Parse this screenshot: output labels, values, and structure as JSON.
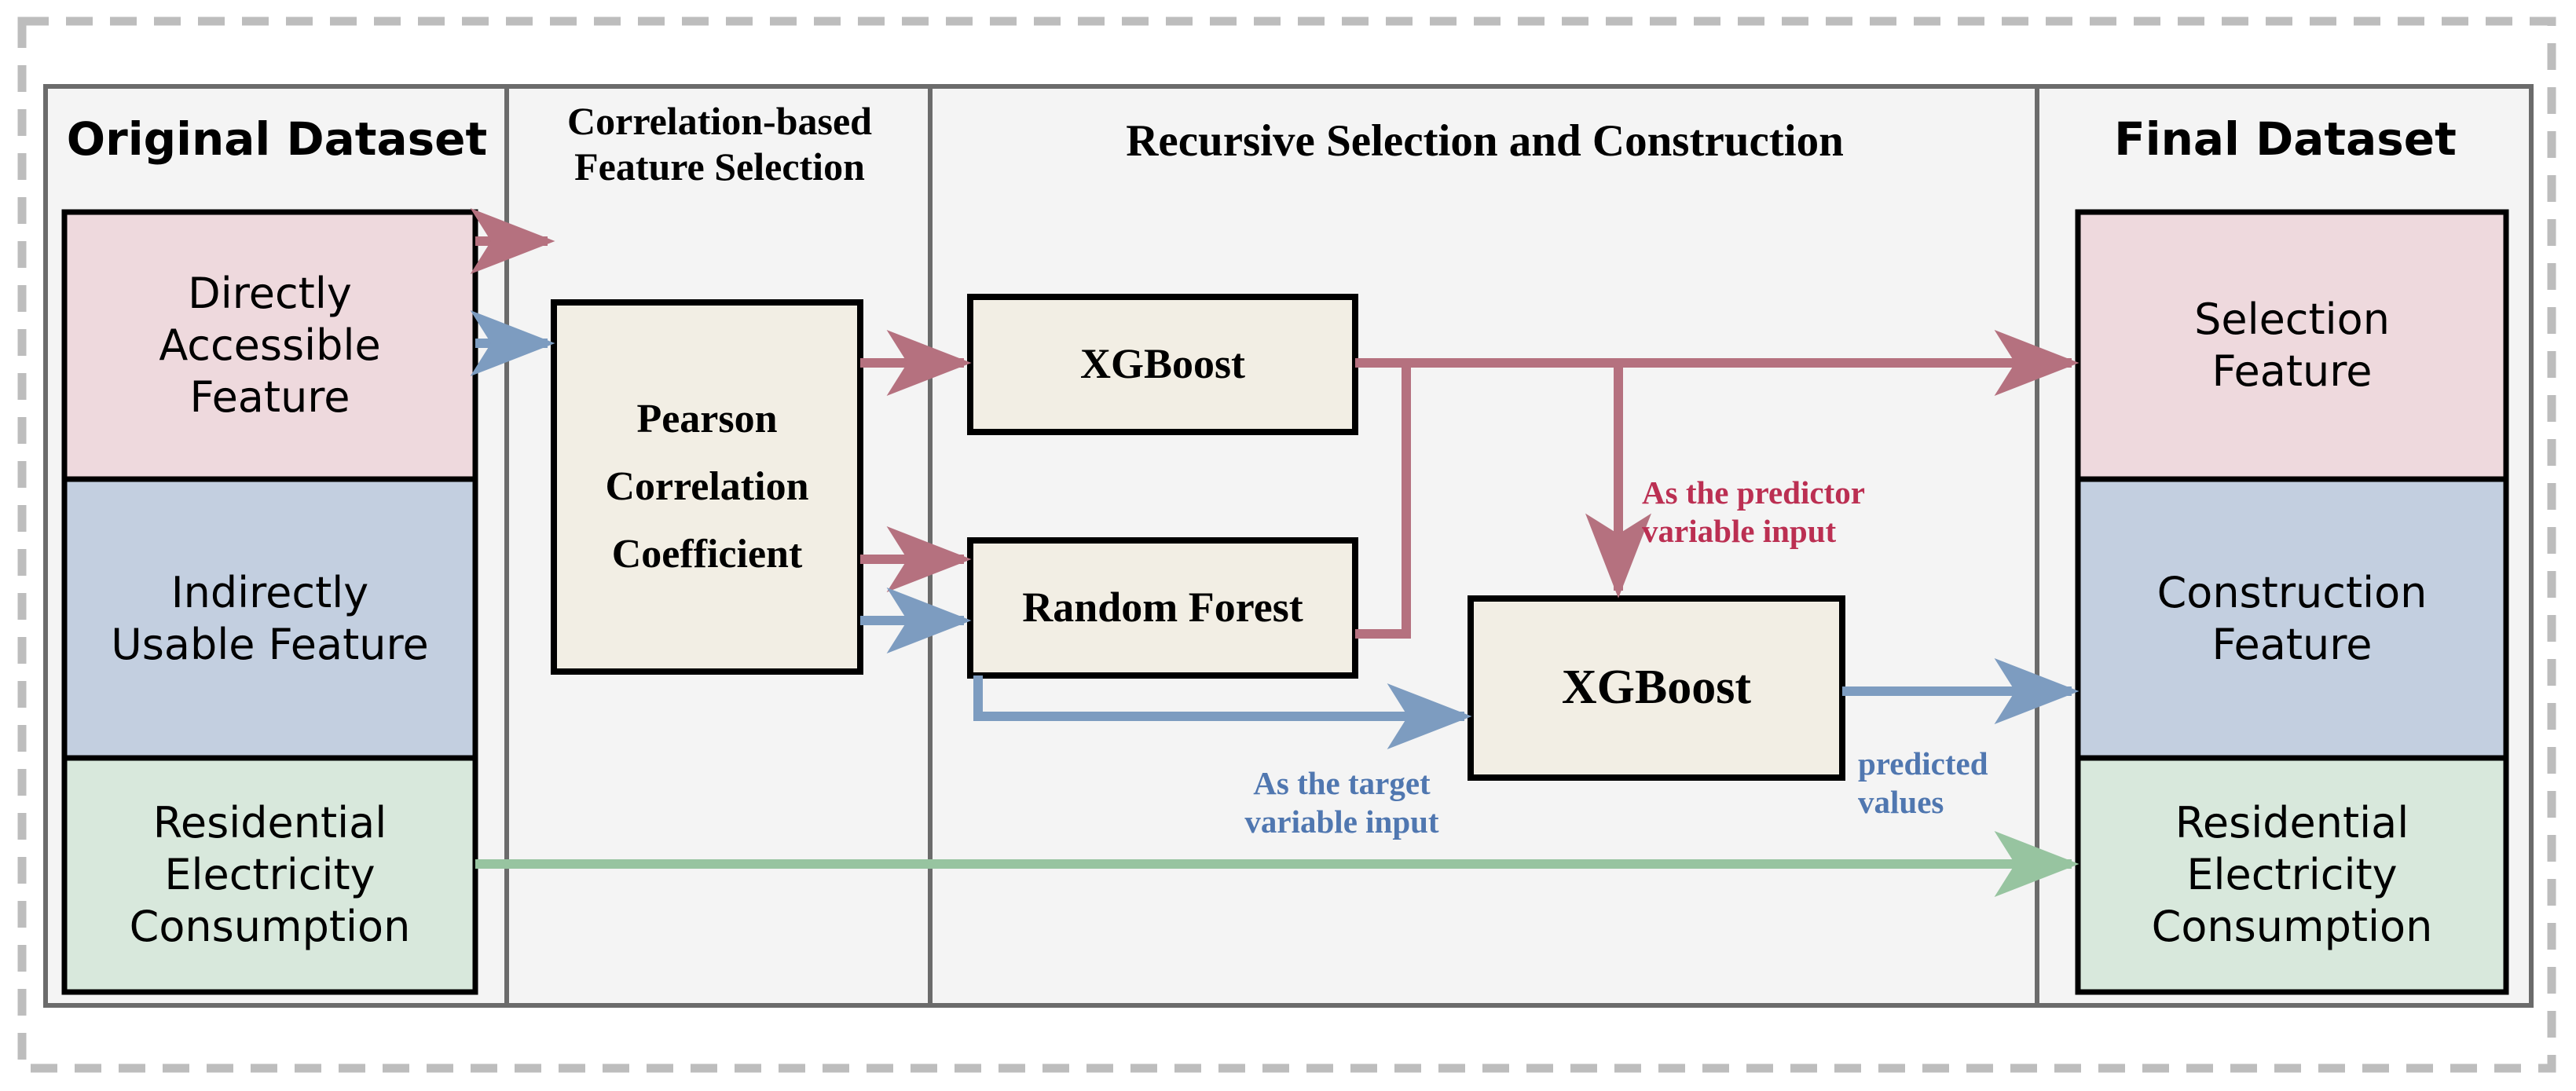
{
  "figure": {
    "title": "Feature selection and construction pipeline",
    "background": "#ffffff",
    "panel_fill": "#f4f4f4",
    "panel_border": "#6b6b6b",
    "dashed_border": "#bdbdbd"
  },
  "colors": {
    "pink_fill": "#eed9dd",
    "blue_fill": "#c3cfe0",
    "green_fill": "#d8e8dc",
    "cream_fill": "#f2eee4",
    "box_stroke": "#000000",
    "red_arrow": "#b5717f",
    "blue_arrow": "#7d9cc0",
    "green_arrow": "#97c4a0",
    "red_text": "#bb2f52",
    "blue_text": "#5077b0"
  },
  "columns": [
    {
      "id": "original-dataset",
      "title": "Original Dataset",
      "title_style": "sans-bold"
    },
    {
      "id": "correlation-based-feature-selection",
      "title": "Correlation-based\nFeature Selection",
      "title_style": "serif-bold"
    },
    {
      "id": "recursive-selection-and-construction",
      "title": "Recursive Selection and Construction",
      "title_style": "serif-bold"
    },
    {
      "id": "final-dataset",
      "title": "Final Dataset",
      "title_style": "sans-bold"
    }
  ],
  "original_dataset": {
    "header": "Original Dataset",
    "items": [
      {
        "id": "directly-accessible-feature",
        "label": "Directly\nAccessible\nFeature",
        "fill": "#eed9dd"
      },
      {
        "id": "indirectly-usable-feature",
        "label": "Indirectly\nUsable Feature",
        "fill": "#c3cfe0"
      },
      {
        "id": "residential-electricity-consumption",
        "label": "Residential\nElectricity\nConsumption",
        "fill": "#d8e8dc"
      }
    ]
  },
  "correlation_stage": {
    "header": "Correlation-based\nFeature Selection",
    "node": {
      "id": "pearson-correlation-coefficient",
      "label": "Pearson\nCorrelation\nCoefficient",
      "fill": "#f2eee4"
    }
  },
  "recursive_stage": {
    "header": "Recursive Selection and Construction",
    "nodes": [
      {
        "id": "xgboost-selection",
        "label": "XGBoost",
        "fill": "#f2eee4"
      },
      {
        "id": "random-forest",
        "label": "Random Forest",
        "fill": "#f2eee4"
      },
      {
        "id": "xgboost-construction",
        "label": "XGBoost",
        "fill": "#f2eee4"
      }
    ],
    "annotations": [
      {
        "id": "predictor-variable-input",
        "text": "As the predictor\nvariable input",
        "color": "#bb2f52"
      },
      {
        "id": "target-variable-input",
        "text": "As the target\nvariable input",
        "color": "#5077b0"
      },
      {
        "id": "predicted-values",
        "text": "predicted\nvalues",
        "color": "#5077b0"
      }
    ]
  },
  "final_dataset": {
    "header": "Final Dataset",
    "items": [
      {
        "id": "selection-feature",
        "label": "Selection\nFeature",
        "fill": "#eed9dd"
      },
      {
        "id": "construction-feature",
        "label": "Construction\nFeature",
        "fill": "#c3cfe0"
      },
      {
        "id": "residential-electricity-consumption-final",
        "label": "Residential\nElectricity\nConsumption",
        "fill": "#d8e8dc"
      }
    ]
  },
  "flows": [
    {
      "id": "flow-directly-to-pearson",
      "from": "directly-accessible-feature",
      "to": "pearson-correlation-coefficient",
      "color": "#b5717f"
    },
    {
      "id": "flow-indirectly-to-pearson",
      "from": "indirectly-usable-feature",
      "to": "pearson-correlation-coefficient",
      "color": "#7d9cc0"
    },
    {
      "id": "flow-pearson-to-xgboost",
      "from": "pearson-correlation-coefficient",
      "to": "xgboost-selection",
      "color": "#b5717f"
    },
    {
      "id": "flow-pearson-to-randomforest-red",
      "from": "pearson-correlation-coefficient",
      "to": "random-forest",
      "color": "#b5717f"
    },
    {
      "id": "flow-pearson-to-randomforest-blue",
      "from": "pearson-correlation-coefficient",
      "to": "random-forest",
      "color": "#7d9cc0"
    },
    {
      "id": "flow-xgboost-to-selection-feature",
      "from": "xgboost-selection",
      "to": "selection-feature",
      "color": "#b5717f"
    },
    {
      "id": "flow-xgboost-to-xgboost-construction",
      "from": "xgboost-selection",
      "to": "xgboost-construction",
      "color": "#b5717f",
      "label": "As the predictor variable input"
    },
    {
      "id": "flow-randomforest-to-xgboost-construction",
      "from": "random-forest",
      "to": "xgboost-construction",
      "color": "#7d9cc0",
      "label": "As the target variable input"
    },
    {
      "id": "flow-xgboost-construction-to-construction-feature",
      "from": "xgboost-construction",
      "to": "construction-feature",
      "color": "#7d9cc0",
      "label": "predicted values"
    },
    {
      "id": "flow-residential-passthrough",
      "from": "residential-electricity-consumption",
      "to": "residential-electricity-consumption-final",
      "color": "#97c4a0"
    }
  ]
}
